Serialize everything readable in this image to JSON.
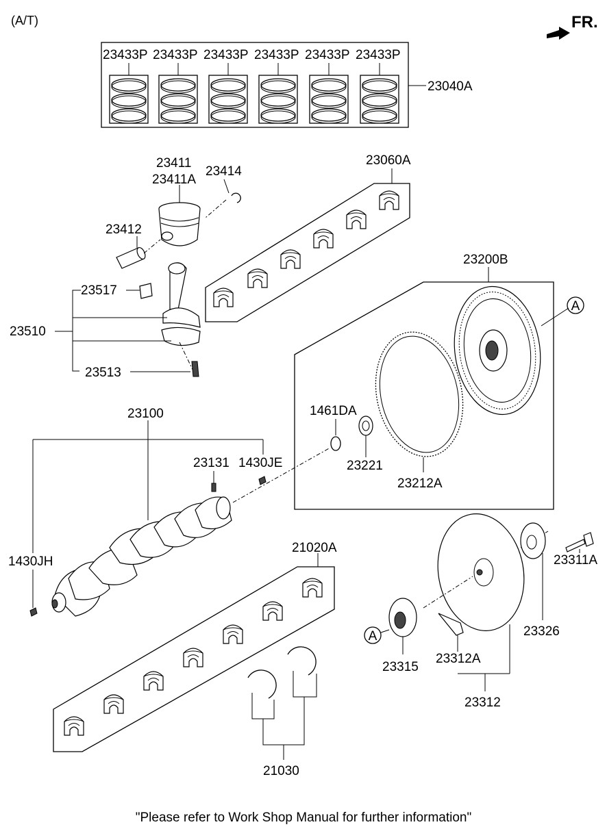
{
  "header": {
    "variant": "(A/T)",
    "front_marker": "FR."
  },
  "labels": {
    "ring_set": "23040A",
    "ring_each": [
      "23433P",
      "23433P",
      "23433P",
      "23433P",
      "23433P",
      "23433P"
    ],
    "piston": "23411",
    "piston_alt": "23411A",
    "snap_ring": "23414",
    "piston_pin": "23412",
    "pin_bushing": "23517",
    "conrod_assy": "23510",
    "conrod_bolt": "23513",
    "conrod_bearing_set": "23060A",
    "crankshaft": "23100",
    "key": "23131",
    "pin_je": "1430JE",
    "pin_jh": "1430JH",
    "seal_ring": "1461DA",
    "bearing": "23221",
    "ring_gear": "23212A",
    "flywheel": "23200B",
    "ref_a_top": "A",
    "main_bearing_set": "21020A",
    "thrust_washer": "21030",
    "drive_plate_assy": "23312",
    "drive_plate_part": "23312A",
    "adapter_plate": "23315",
    "ref_a_bottom": "A",
    "reinforcement": "23326",
    "bolt": "23311A"
  },
  "footer": {
    "note": "\"Please refer to Work Shop Manual for further information\""
  }
}
